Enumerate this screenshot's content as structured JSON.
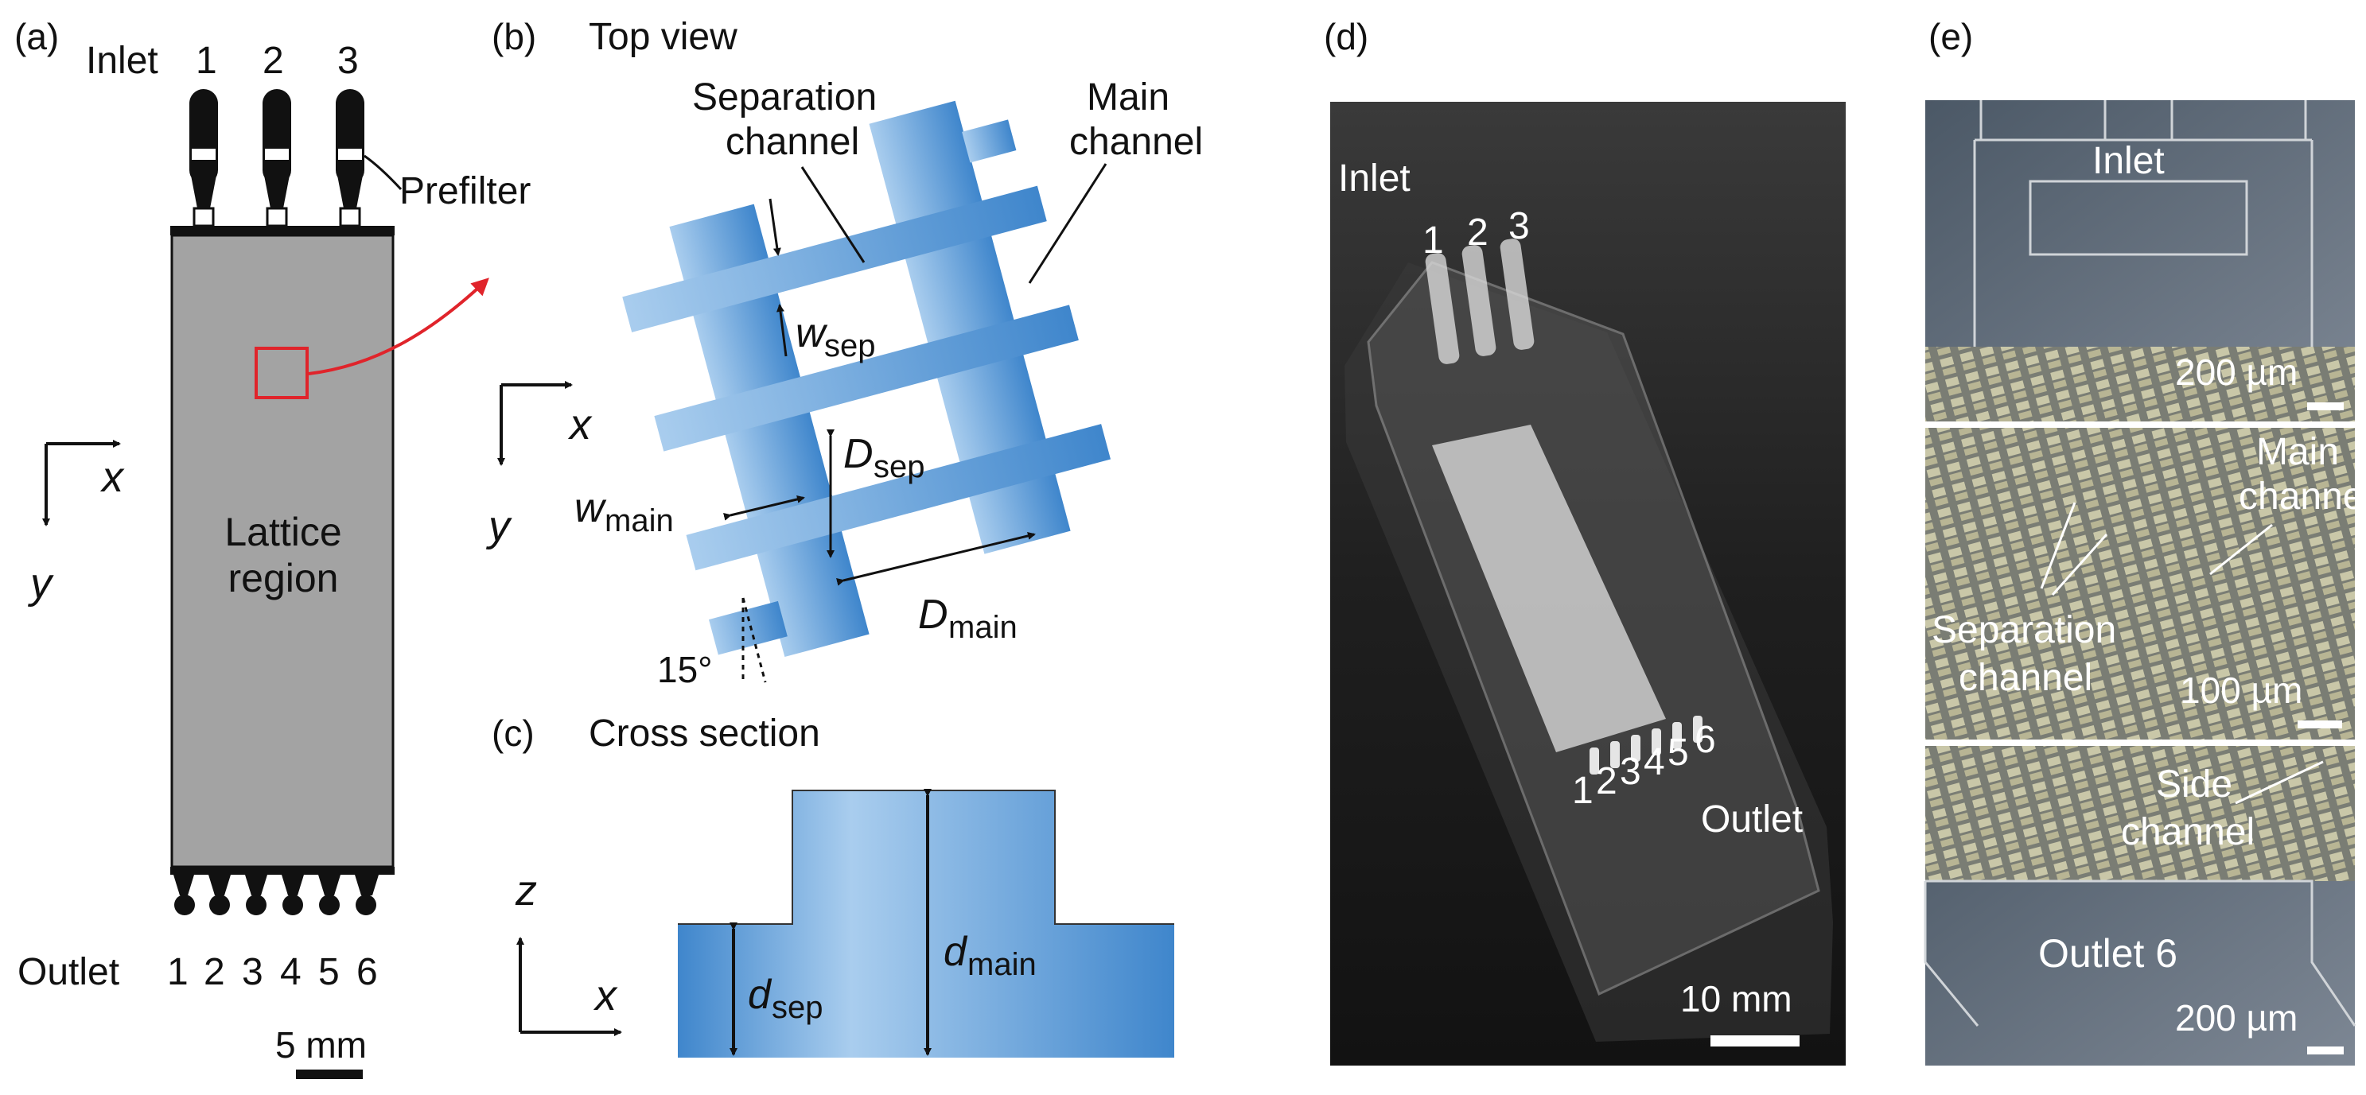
{
  "panels": {
    "a": {
      "label": "(a)",
      "inlet_text": "Inlet",
      "inlet_numbers": [
        "1",
        "2",
        "3"
      ],
      "prefilter": "Prefilter",
      "axis_x": "x",
      "axis_y": "y",
      "region_line1": "Lattice",
      "region_line2": "region",
      "outlet_text": "Outlet",
      "outlet_numbers": [
        "1",
        "2",
        "3",
        "4",
        "5",
        "6"
      ],
      "scale": "5 mm"
    },
    "b": {
      "label": "(b)",
      "title": "Top view",
      "separation_line1": "Separation",
      "separation_line2": "channel",
      "main_line1": "Main",
      "main_line2": "channel",
      "axis_x": "x",
      "axis_y": "y",
      "w_sep": "w",
      "w_sep_sub": "sep",
      "d_sep": "D",
      "d_sep_sub": "sep",
      "w_main": "w",
      "w_main_sub": "main",
      "d_main": "D",
      "d_main_sub": "main",
      "angle": "15°"
    },
    "c": {
      "label": "(c)",
      "title": "Cross section",
      "axis_z": "z",
      "axis_x": "x",
      "dsep": "d",
      "dsep_sub": "sep",
      "dmain": "d",
      "dmain_sub": "main"
    },
    "d": {
      "label": "(d)",
      "inlet": "Inlet",
      "inlet_numbers": [
        "1",
        "2",
        "3"
      ],
      "outlet": "Outlet",
      "outlet_numbers": [
        "1",
        "2",
        "3",
        "4",
        "5",
        "6"
      ],
      "scale": "10 mm"
    },
    "e": {
      "label": "(e)",
      "top_label": "Inlet",
      "top_scale": "200 µm",
      "mid_main_line1": "Main",
      "mid_main_line2": "channel",
      "mid_sep_line1": "Separation",
      "mid_sep_line2": "channel",
      "mid_scale": "100 µm",
      "bot_side_line1": "Side",
      "bot_side_line2": "channel",
      "bot_outlet": "Outlet 6",
      "bot_scale": "200 µm"
    }
  },
  "colors": {
    "channel_blue": "#4a8fd0",
    "channel_light": "#a9cdee",
    "lattice_gray": "#a3a3a3",
    "highlight_red": "#e0242b"
  }
}
